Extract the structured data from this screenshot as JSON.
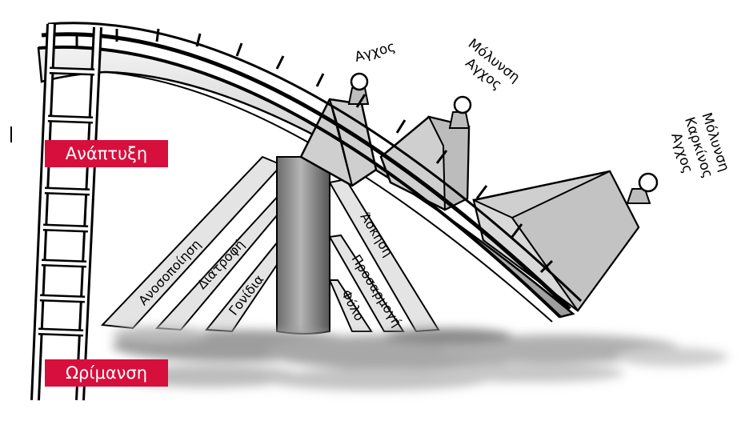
{
  "colors": {
    "label_bg": "#d60f3c",
    "bridge": "#d8d8d8",
    "building": "#cfcfcf",
    "column": "#8c8c8c",
    "beam": "#e4e4e4"
  },
  "ladder_labels": {
    "top": "Ανάπτυξη",
    "bottom": "Ωρίμανση"
  },
  "left_supports": [
    "Ανοσοποίηση",
    "Διατροφή",
    "Γονίδια"
  ],
  "right_supports": [
    "Άσκηση",
    "Προσαρμογή",
    "Φύλο"
  ],
  "buildings": [
    {
      "lines": [
        "Αγχος"
      ]
    },
    {
      "lines": [
        "Μόλυνση",
        "Αγχος"
      ]
    },
    {
      "lines": [
        "Μόλυνση",
        "Καρκίνος",
        "Αγχος"
      ]
    }
  ]
}
